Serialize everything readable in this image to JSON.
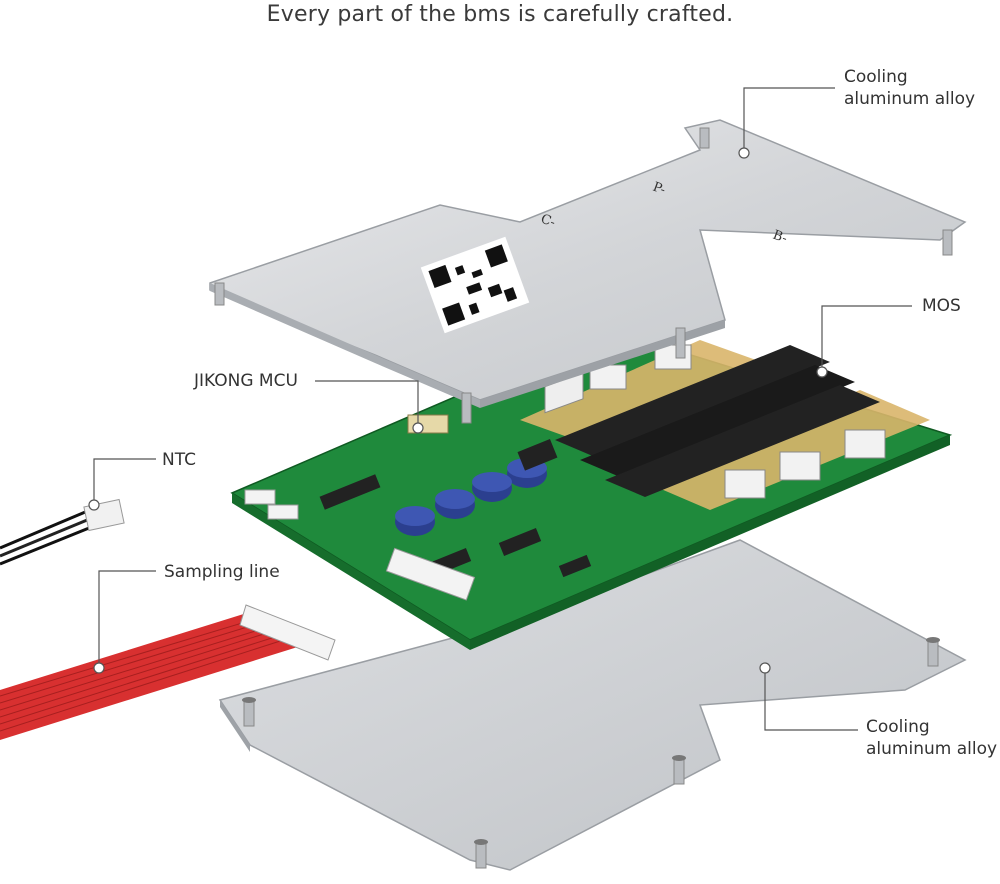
{
  "title": "Every part of the bms is carefully crafted.",
  "labels": {
    "cooling_top_1": "Cooling",
    "cooling_top_2": "aluminum alloy",
    "mos": "MOS",
    "mcu": "JIKONG MCU",
    "ntc": "NTC",
    "sampling": "Sampling line",
    "cooling_bottom_1": "Cooling",
    "cooling_bottom_2": "aluminum alloy"
  },
  "plate_marks": {
    "p_minus": "P-",
    "c_minus": "C-",
    "b_minus": "B-"
  },
  "colors": {
    "pcb": "#1f8a3c",
    "pcb_dark": "#166d2c",
    "aluminum": "#d7d9dc",
    "aluminum_edge": "#a9adb2",
    "capacitor": "#2b3f8f",
    "mos": "#222222",
    "copper_pad": "#d9b56a",
    "sampling_wire": "#d83030"
  }
}
